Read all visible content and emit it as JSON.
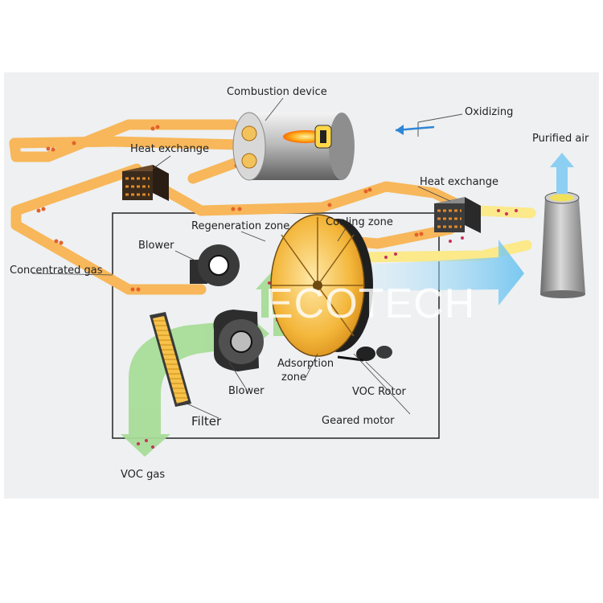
{
  "labels": {
    "combustion_device": "Combustion device",
    "oxidizing": "Oxidizing",
    "purified_air": "Purified air",
    "heat_exchange_left": "Heat exchange",
    "heat_exchange_right": "Heat exchange",
    "regeneration_zone": "Regeneration zone",
    "cooling_zone": "Cooling zone",
    "blower_top": "Blower",
    "concentrated_gas": "Concentrated gas",
    "adsorption_zone_line1": "Adsorption",
    "adsorption_zone_line2": "zone",
    "blower_bottom": "Blower",
    "voc_rotor": "VOC Rotor",
    "filter": "Filter",
    "geared_motor": "Geared motor",
    "voc_gas": "VOC gas"
  },
  "watermark": "ECOTECH",
  "colors": {
    "background_panel": "#eef0f2",
    "hot_duct": "#f7b75a",
    "hot_duct_edge": "#e98a2c",
    "green_flow": "#a8dc98",
    "blue_flow": "#8ccff2",
    "rotor": "#f0b43a",
    "particles": "#c8325a",
    "box_border": "#222222"
  },
  "icons": [
    "combustion-device-icon",
    "heat-exchanger-icon",
    "blower-icon",
    "filter-icon",
    "voc-rotor-icon",
    "chimney-icon",
    "flow-arrow-icon"
  ]
}
